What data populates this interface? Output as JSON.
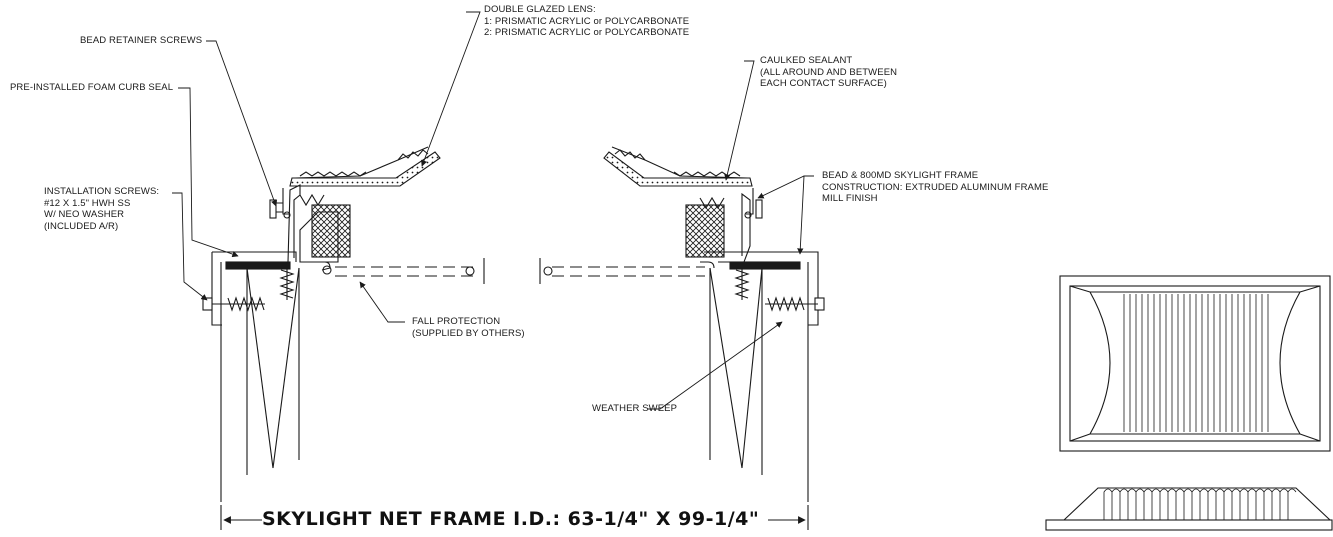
{
  "labels": {
    "double_glazed_lens": [
      "DOUBLE GLAZED LENS:",
      "1:  PRISMATIC ACRYLIC or POLYCARBONATE",
      "2:  PRISMATIC ACRYLIC or POLYCARBONATE"
    ],
    "bead_retainer_screws": [
      "BEAD RETAINER SCREWS"
    ],
    "pre_installed_foam_curb_seal": [
      "PRE-INSTALLED FOAM CURB SEAL"
    ],
    "installation_screws": [
      "INSTALLATION SCREWS:",
      "#12 X 1.5\" HWH SS",
      "W/ NEO WASHER",
      "(INCLUDED A/R)"
    ],
    "fall_protection": [
      "FALL PROTECTION",
      "(SUPPLIED BY OTHERS)"
    ],
    "caulked_sealant": [
      "CAULKED SEALANT",
      "(ALL AROUND AND BETWEEN",
      "EACH CONTACT SURFACE)"
    ],
    "frame_construction": [
      "BEAD & 800MD SKYLIGHT FRAME",
      "CONSTRUCTION: EXTRUDED ALUMINUM FRAME",
      "MILL FINISH"
    ],
    "weather_sweep": [
      "WEATHER SWEEP"
    ]
  },
  "dimension": {
    "text": "SKYLIGHT NET FRAME I.D.: 63-1/4\" X 99-1/4\""
  },
  "colors": {
    "line": "#1a1a1a",
    "background": "#ffffff"
  }
}
